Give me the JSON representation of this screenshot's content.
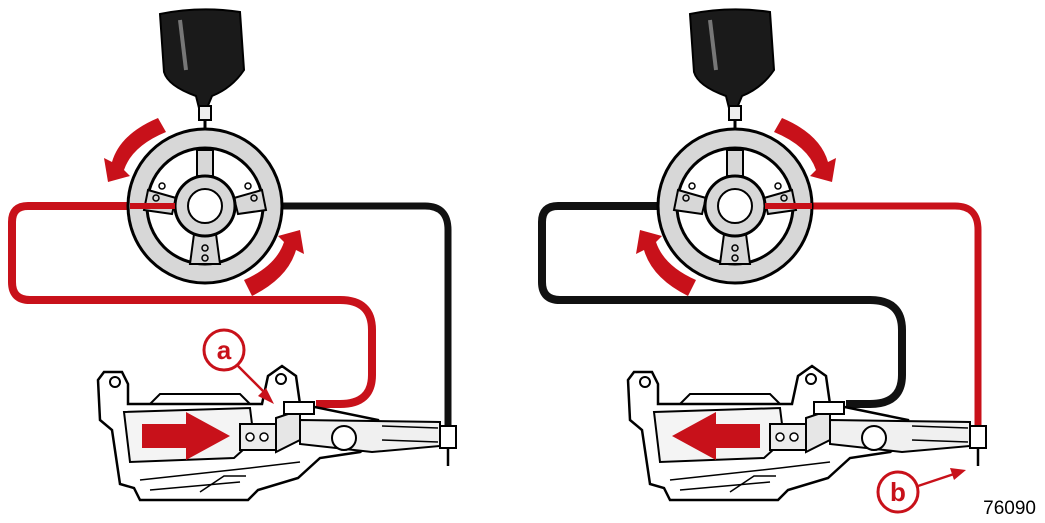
{
  "callouts": {
    "a": "a",
    "b": "b"
  },
  "figure_number": "76090",
  "colors": {
    "hose_active": "#c8111a",
    "hose_inactive": "#111111",
    "steel": "#e6e6e6",
    "outline": "#000000"
  },
  "panels": [
    {
      "name": "left",
      "wheel_turn": "counter-clockwise",
      "piston_direction": "right"
    },
    {
      "name": "right",
      "wheel_turn": "clockwise",
      "piston_direction": "left"
    }
  ]
}
